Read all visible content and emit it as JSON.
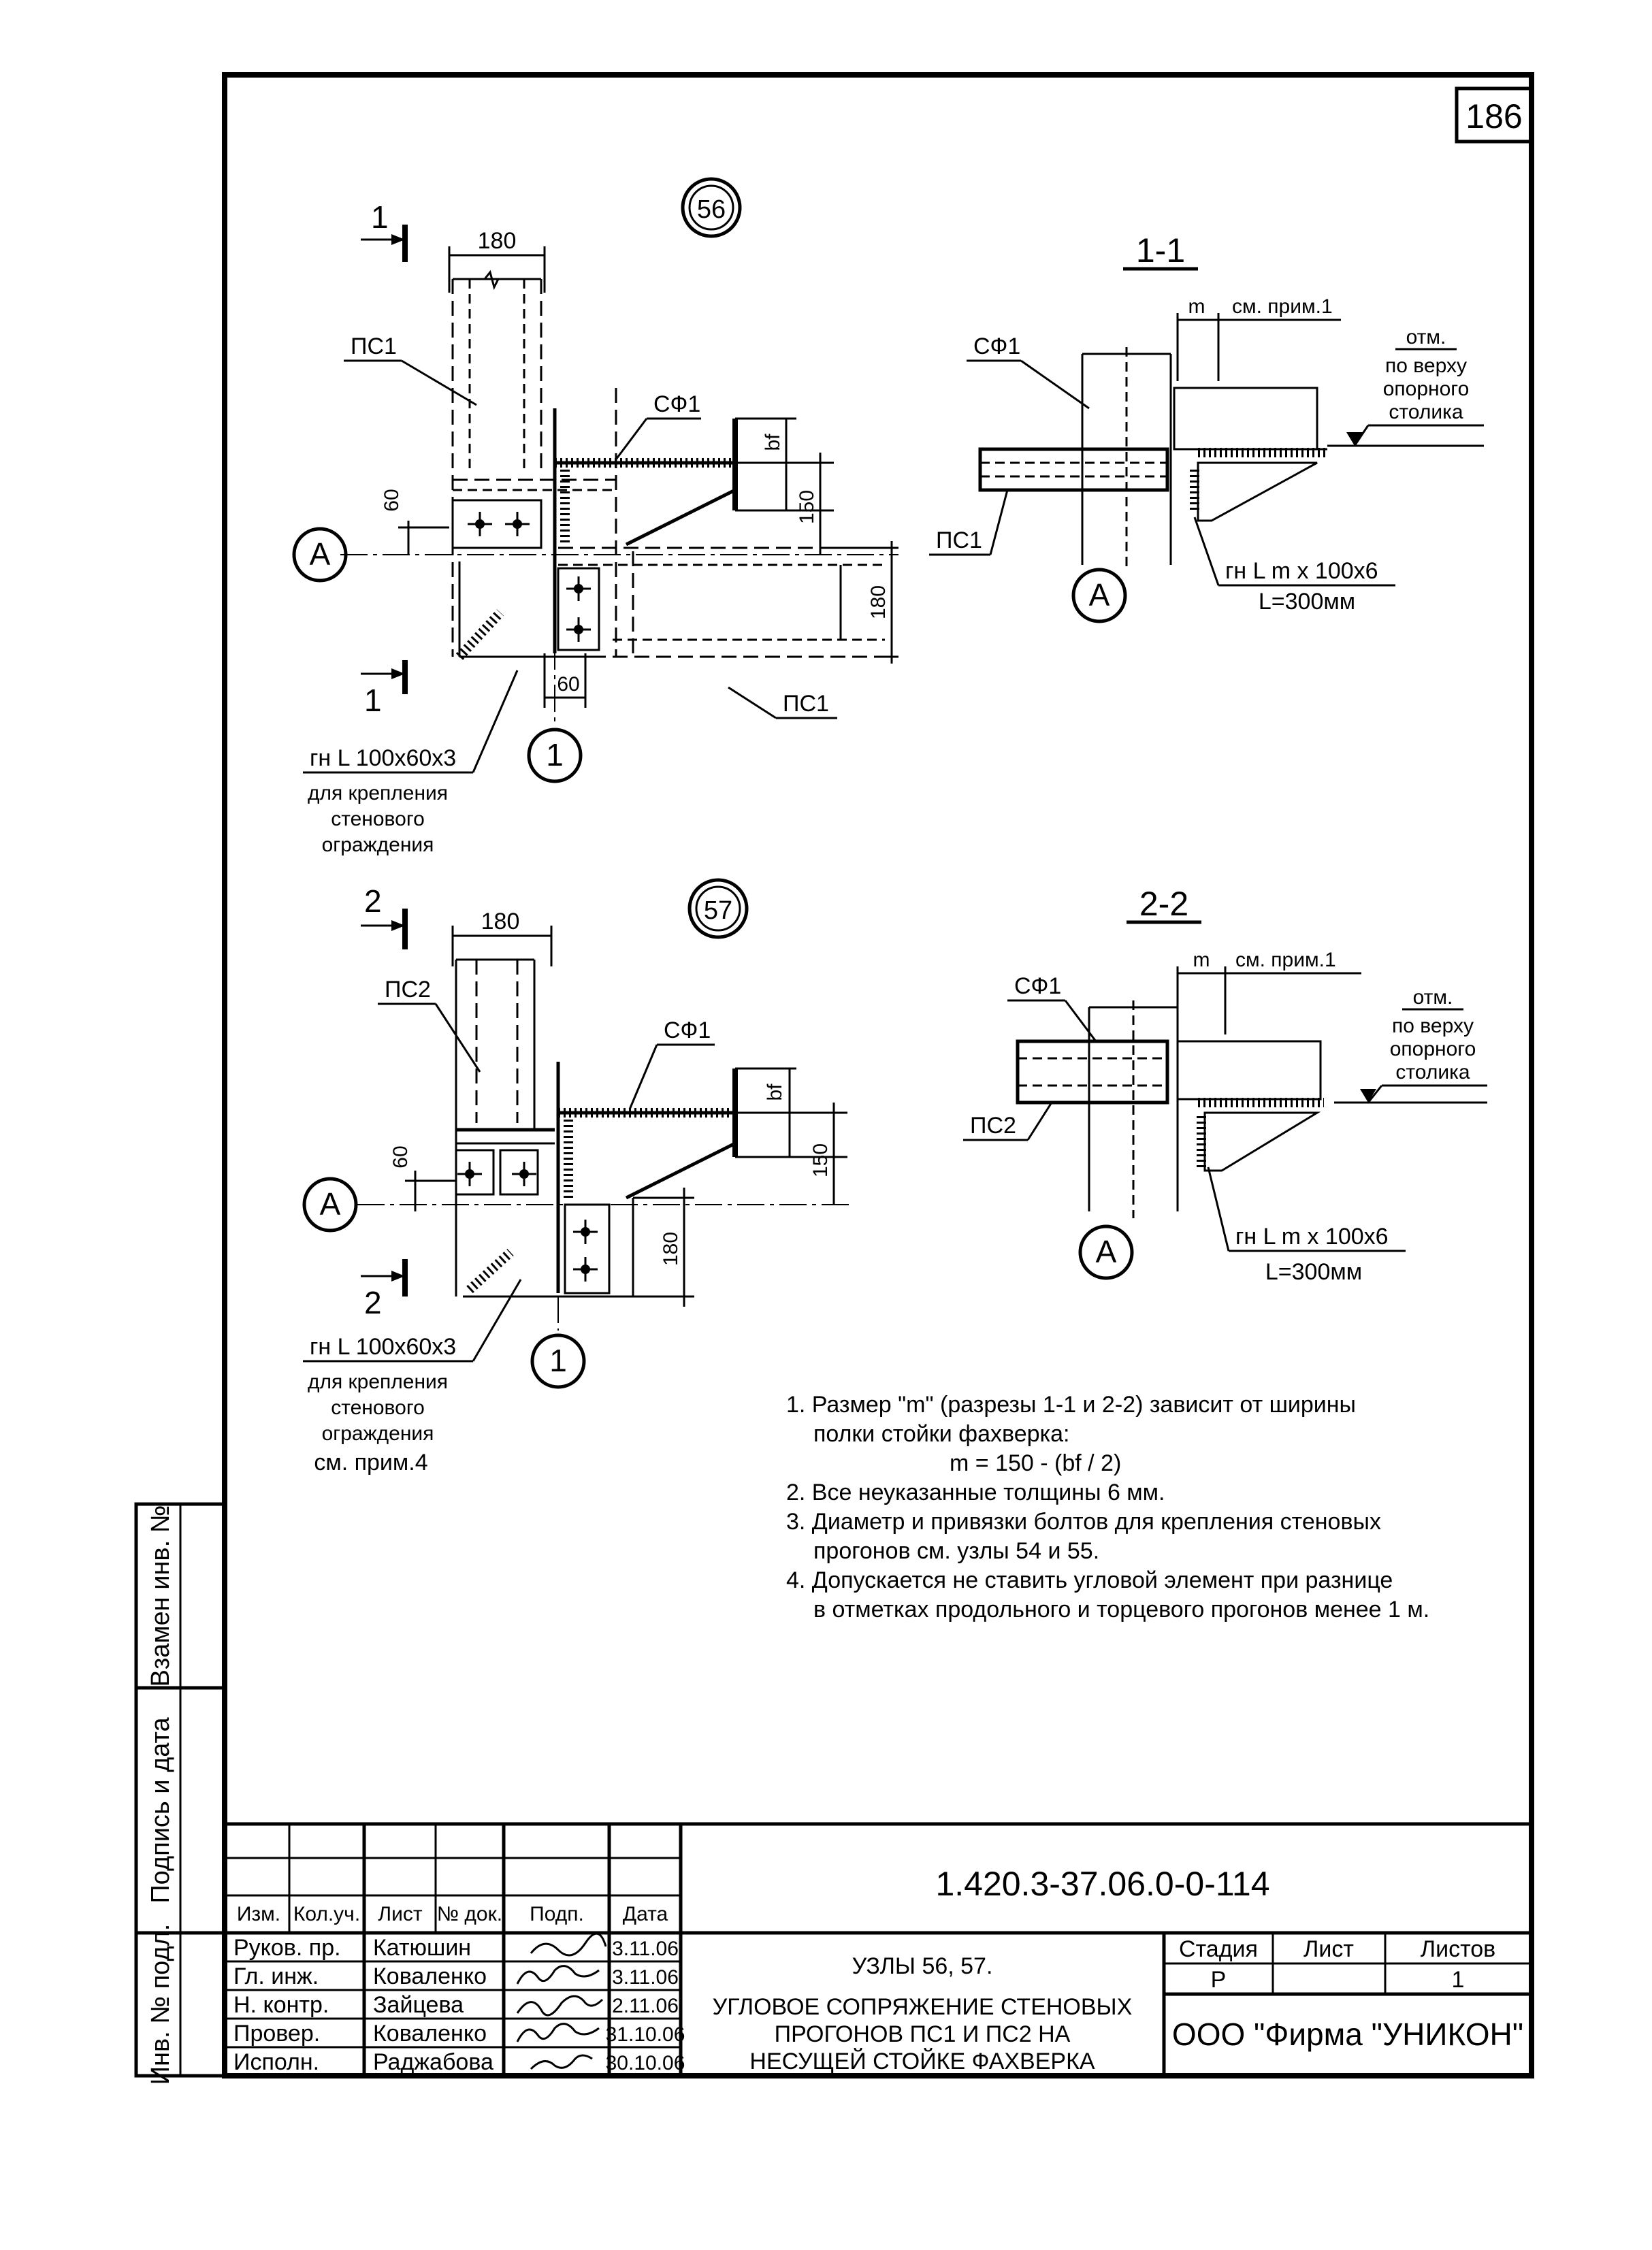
{
  "sheet_number": "186",
  "node56": {
    "label": "56",
    "section_mark": "1",
    "dim_top": "180",
    "dim_60a": "60",
    "dim_60b": "60",
    "dim_bf": "bf",
    "dim_150": "150",
    "dim_180_side": "180",
    "label_ps1_top": "ПС1",
    "label_ps1_right": "ПС1",
    "label_sf1": "СФ1",
    "axis": "А",
    "axis_num": "1",
    "angle_label": "гн L 100х60х3",
    "angle_note_1": "для крепления",
    "angle_note_2": "стенового",
    "angle_note_3": "ограждения"
  },
  "node57": {
    "label": "57",
    "section_mark": "2",
    "dim_top": "180",
    "dim_60": "60",
    "dim_bf": "bf",
    "dim_150": "150",
    "dim_180_side": "180",
    "label_ps2": "ПС2",
    "label_sf1": "СФ1",
    "axis": "А",
    "axis_num": "1",
    "angle_label": "гн L 100х60х3",
    "angle_note_1": "для крепления",
    "angle_note_2": "стенового",
    "angle_note_3": "ограждения",
    "see_note": "см. прим.4"
  },
  "section11": {
    "title": "1-1",
    "m": "m",
    "see_note": "см. прим.1",
    "sf1": "СФ1",
    "ps1": "ПС1",
    "elev_1": "отм.",
    "elev_2": "по верху",
    "elev_3": "опорного",
    "elev_4": "столика",
    "axis": "А",
    "angle_label": "гн L  m x 100x6",
    "angle_length": "L=300мм"
  },
  "section22": {
    "title": "2-2",
    "m": "m",
    "see_note": "см. прим.1",
    "sf1": "СФ1",
    "ps2": "ПС2",
    "elev_1": "отм.",
    "elev_2": "по верху",
    "elev_3": "опорного",
    "elev_4": "столика",
    "axis": "А",
    "angle_label": "гн L  m x 100x6",
    "angle_length": "L=300мм"
  },
  "notes": [
    "1. Размер \"m\" (разрезы 1-1 и 2-2) зависит от ширины",
    "полки стойки фахверка:",
    "m = 150 - (bf / 2)",
    "2. Все неуказанные толщины 6 мм.",
    "3. Диаметр и привязки болтов для крепления стеновых",
    "прогонов см. узлы 54 и 55.",
    "4. Допускается не ставить угловой элемент при разнице",
    "в отметках продольного и торцевого прогонов менее 1 м."
  ],
  "side_stamps": {
    "replace_inv": "Взамен инв. №",
    "sign_date": "Подпись и дата",
    "inv_orig": "Инв. № подл."
  },
  "title_block": {
    "doc_code": "1.420.3-37.06.0-0-114",
    "header_cols": [
      "Изм.",
      "Кол.уч.",
      "Лист",
      "№ док.",
      "Подп.",
      "Дата"
    ],
    "rows": [
      {
        "role": "Руков. пр.",
        "name": "Катюшин",
        "date": "3.11.06"
      },
      {
        "role": "Гл. инж.",
        "name": "Коваленко",
        "date": "3.11.06"
      },
      {
        "role": "Н. контр.",
        "name": "Зайцева",
        "date": "2.11.06"
      },
      {
        "role": "Провер.",
        "name": "Коваленко",
        "date": "31.10.06"
      },
      {
        "role": "Исполн.",
        "name": "Раджабова",
        "date": "30.10.06"
      }
    ],
    "title_1": "УЗЛЫ 56, 57.",
    "title_2": "УГЛОВОЕ СОПРЯЖЕНИЕ СТЕНОВЫХ",
    "title_3": "ПРОГОНОВ ПС1 И ПС2  НА",
    "title_4": "НЕСУЩЕЙ СТОЙКЕ ФАХВЕРКА",
    "stage_label": "Стадия",
    "sheet_label": "Лист",
    "sheets_label": "Листов",
    "stage_value": "Р",
    "sheet_value": "",
    "sheets_value": "1",
    "company": "ООО  \"Фирма \"УНИКОН\""
  }
}
